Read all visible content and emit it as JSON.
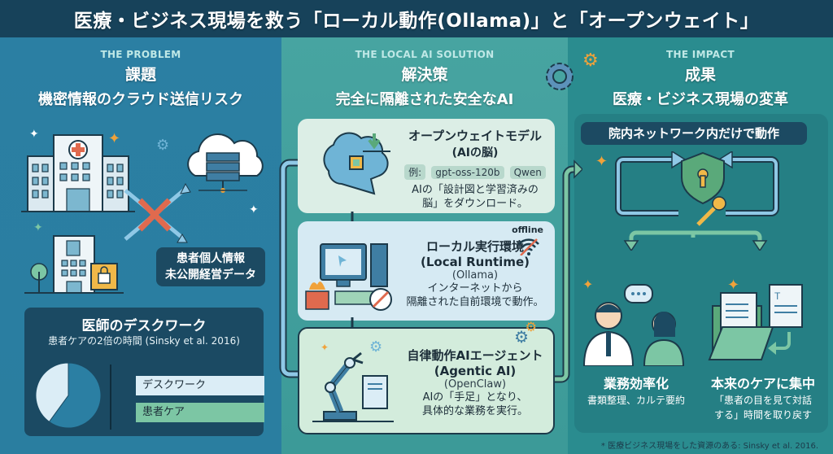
{
  "header": {
    "title": "医療・ビジネス現場を救う「ローカル動作(Ollama)」と「オープンウェイト」"
  },
  "problem": {
    "eyebrow": "THE PROBLEM",
    "title": "課題",
    "subtitle": "機密情報のクラウド送信リスク",
    "data_tag_line1": "患者個人情報",
    "data_tag_line2": "未公開経営データ",
    "icons": [
      "hospital-icon",
      "office-building-icon",
      "cloud-server-icon",
      "blocked-transfer-icon",
      "lock-document-icon"
    ]
  },
  "desk_chart": {
    "title": "医師のデスクワーク",
    "subtitle": "患者ケアの2倍の時間 (Sinsky et al. 2016)"
  },
  "chart_data": {
    "type": "pie",
    "title": "医師のデスクワーク",
    "subtitle": "患者ケアの2倍の時間 (Sinsky et al. 2016)",
    "categories": [
      "患者ケア",
      "デスクワーク"
    ],
    "values": [
      60,
      40
    ],
    "legend": [
      "デスクワーク",
      "患者ケア"
    ],
    "legend_placement": "right",
    "colors": {
      "デスクワーク": "#dbedf6",
      "患者ケア": "#7cc6a4",
      "pie_main": "#2b7fa3",
      "pie_minor": "#dbedf6"
    }
  },
  "solution": {
    "eyebrow": "THE LOCAL AI SOLUTION",
    "title": "解決策",
    "subtitle": "完全に隔離された安全なAI",
    "cards": [
      {
        "title": "オープンウェイトモデル",
        "subtitle": "(AIの脳)",
        "chips": [
          "例:",
          "gpt-oss-120b",
          "Qwen"
        ],
        "desc_line1": "AIの「設計図と学習済みの",
        "desc_line2": "脳」をダウンロード。"
      },
      {
        "badge": "offline",
        "title": "ローカル実行環境",
        "subtitle_en": "(Local Runtime)",
        "subtitle": "(Ollama)",
        "desc_line1": "インターネットから",
        "desc_line2": "隔離された自前環境で動作。"
      },
      {
        "title": "自律動作AIエージェント",
        "subtitle_en": "(Agentic AI)",
        "subtitle": "(OpenClaw)",
        "desc_line1": "AIの「手足」となり、",
        "desc_line2": "具体的な業務を実行。"
      }
    ]
  },
  "impact": {
    "eyebrow": "THE IMPACT",
    "title": "成果",
    "subtitle": "医療・ビジネス現場の変革",
    "network_tag": "院内ネットワーク内だけで動作",
    "items": [
      {
        "title": "業務効率化",
        "desc_line1": "書類整理、カルテ要約"
      },
      {
        "title": "本来のケアに集中",
        "desc_line1": "「患者の目を見て対話",
        "desc_line2": "する」時間を取り戻す"
      }
    ]
  },
  "footer": {
    "note": "* 医療ビジネス現場をした資源のある: Sinsky et al. 2016."
  },
  "colors": {
    "header_bg": "#17425a",
    "problem_bg": "#2b7fa3",
    "solution_bg": "#47a4a1",
    "impact_bg": "#2a8c8f",
    "accent_orange": "#f0a23a",
    "accent_red": "#e06a4e",
    "accent_green": "#7cc6a4"
  }
}
